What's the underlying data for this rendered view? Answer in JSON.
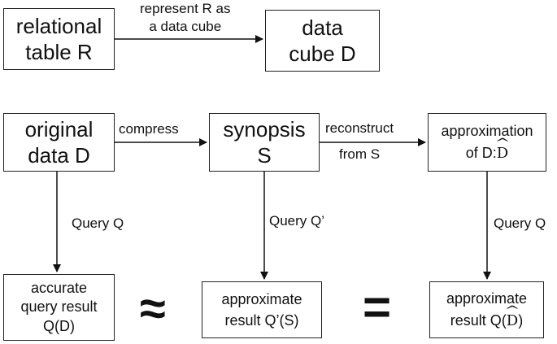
{
  "boxes": {
    "relational_table": {
      "lines": [
        "relational",
        "table R"
      ]
    },
    "data_cube": {
      "lines": [
        "data",
        "cube D"
      ]
    },
    "original_data": {
      "lines": [
        "original",
        "data D"
      ]
    },
    "synopsis": {
      "lines": [
        "synopsis",
        "S"
      ]
    },
    "approximation": {
      "line1": "approximation",
      "line2_prefix": "of D:",
      "line2_hat": "D"
    },
    "accurate_result": {
      "lines": [
        "accurate",
        "query result",
        "Q(D)"
      ]
    },
    "approximate_result": {
      "lines": [
        "approximate",
        "result Q’(S)"
      ]
    },
    "approx_final": {
      "line1": "approximate",
      "line2_prefix": "result Q(",
      "line2_hat": "D",
      "line2_suffix": ")"
    }
  },
  "edge_labels": {
    "represent": [
      "represent R as",
      "a data cube"
    ],
    "compress": "compress",
    "reconstruct": [
      "reconstruct",
      "from S"
    ],
    "query_q_left": "Query Q",
    "query_q_prime": "Query Q’",
    "query_q_right": "Query Q"
  },
  "relations": {
    "approx_equal": "≈",
    "equal": "="
  }
}
